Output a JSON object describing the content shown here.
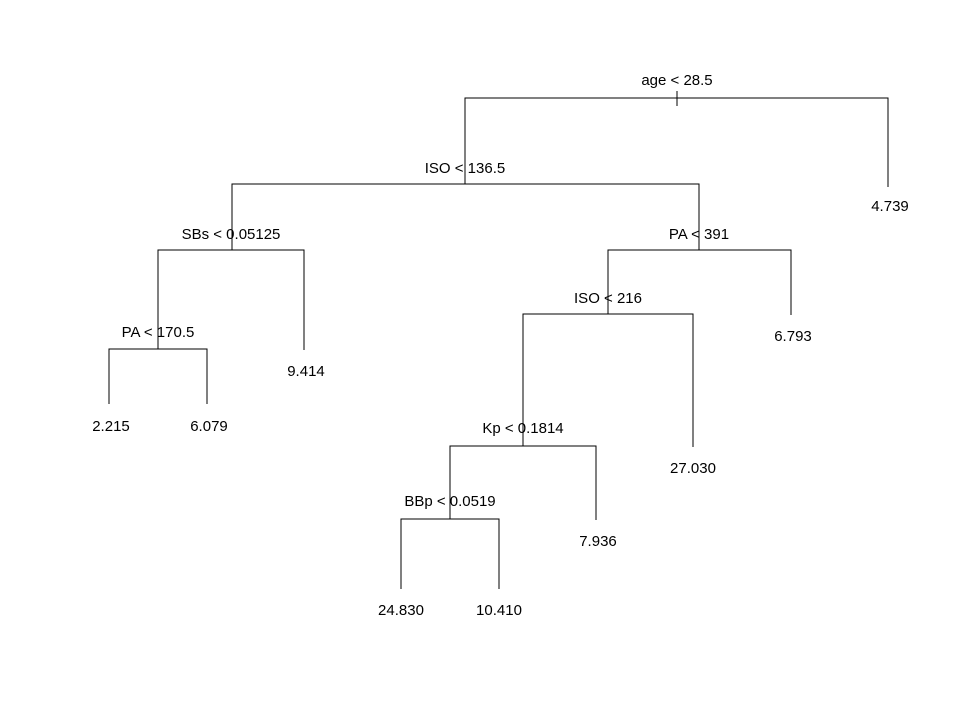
{
  "tree": {
    "colors": {
      "line": "#000000",
      "text": "#000000",
      "background": "#ffffff"
    },
    "splits": [
      {
        "id": "root",
        "label": "age < 28.5"
      },
      {
        "id": "n_iso1",
        "label": "ISO < 136.5"
      },
      {
        "id": "n_sbs",
        "label": "SBs < 0.05125"
      },
      {
        "id": "n_pa1",
        "label": "PA < 170.5"
      },
      {
        "id": "n_pa2",
        "label": "PA < 391"
      },
      {
        "id": "n_iso2",
        "label": "ISO < 216"
      },
      {
        "id": "n_kp",
        "label": "Kp < 0.1814"
      },
      {
        "id": "n_bbp",
        "label": "BBp < 0.0519"
      }
    ],
    "leaves": [
      {
        "id": "l1",
        "value": "2.215"
      },
      {
        "id": "l2",
        "value": "6.079"
      },
      {
        "id": "l3",
        "value": "9.414"
      },
      {
        "id": "l4",
        "value": "24.830"
      },
      {
        "id": "l5",
        "value": "10.410"
      },
      {
        "id": "l6",
        "value": "7.936"
      },
      {
        "id": "l7",
        "value": "27.030"
      },
      {
        "id": "l8",
        "value": "6.793"
      },
      {
        "id": "l9",
        "value": "4.739"
      }
    ]
  }
}
